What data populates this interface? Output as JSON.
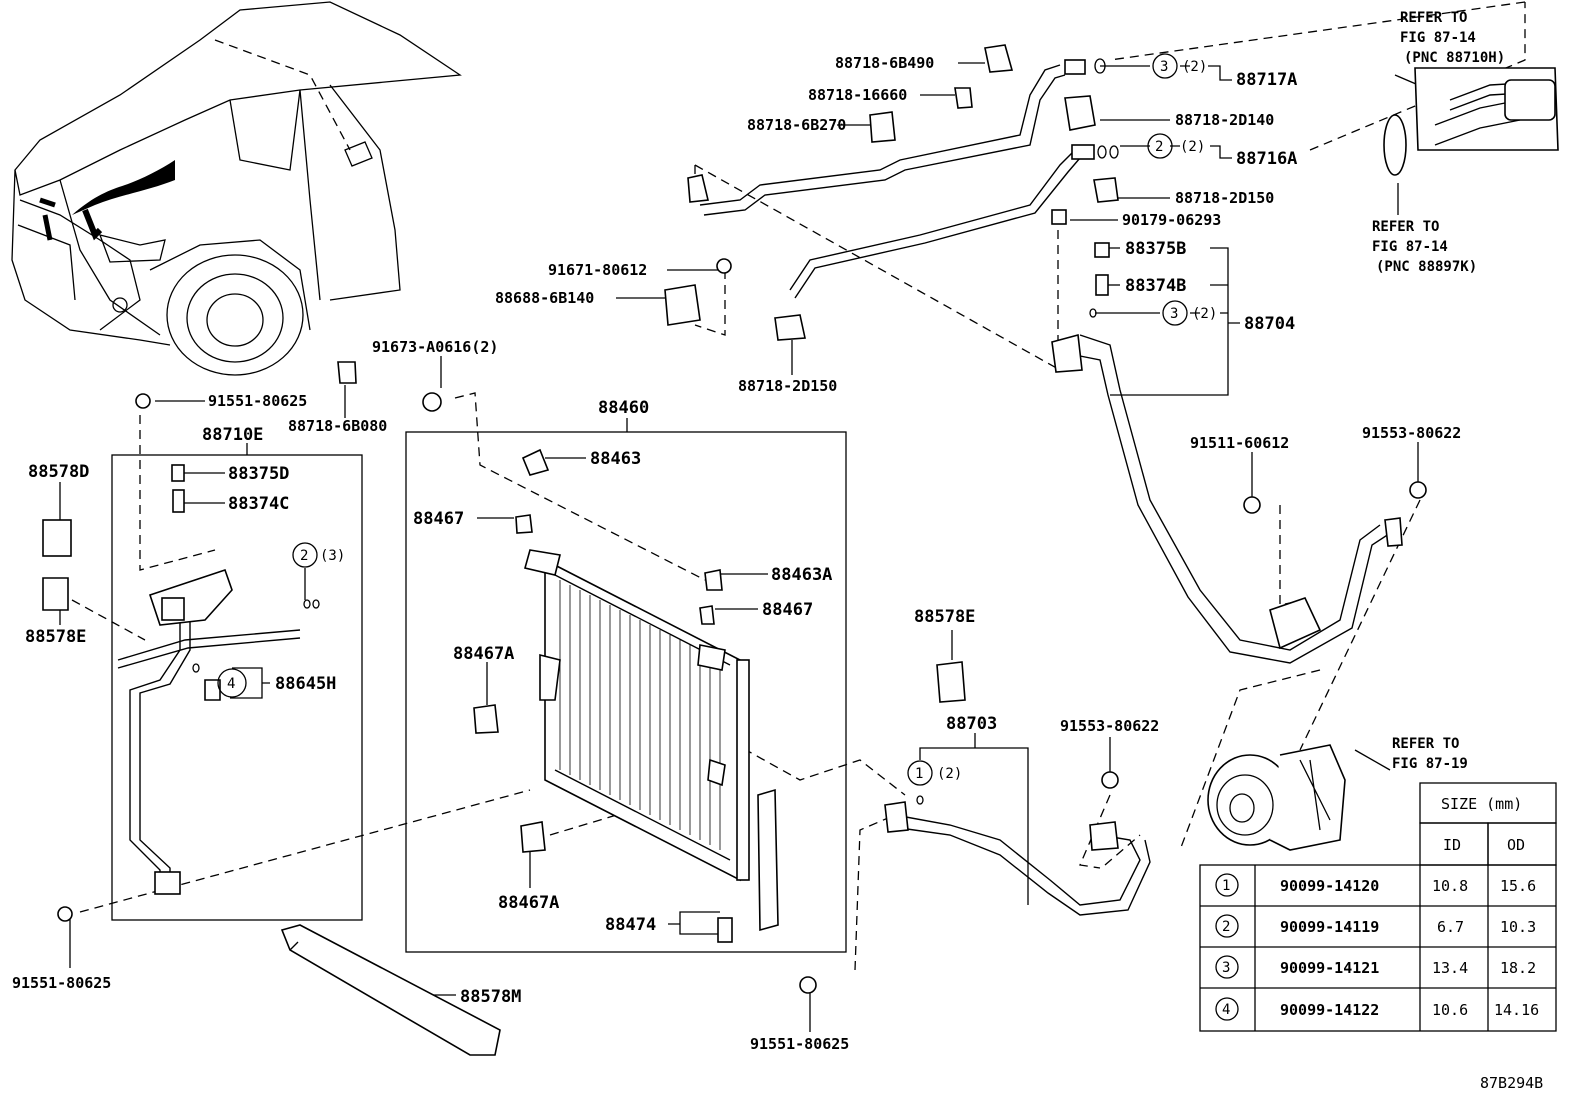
{
  "diagram_code": "87B294B",
  "part_labels": {
    "p_88718_6B490": "88718-6B490",
    "p_88718_16660": "88718-16660",
    "p_88718_6B270": "88718-6B270",
    "p_88717A": "88717A",
    "p_88718_2D140": "88718-2D140",
    "p_88716A": "88716A",
    "p_88718_2D150a": "88718-2D150",
    "p_90179_06293": "90179-06293",
    "p_88375B": "88375B",
    "p_88374B": "88374B",
    "p_88704": "88704",
    "p_91671_80612": "91671-80612",
    "p_88688_6B140": "88688-6B140",
    "p_88718_2D150b": "88718-2D150",
    "p_91673_A0616": "91673-A0616(2)",
    "p_88718_6B080": "88718-6B080",
    "p_91551_80625a": "91551-80625",
    "p_88710E": "88710E",
    "p_88375D": "88375D",
    "p_88374C": "88374C",
    "p_88578D": "88578D",
    "p_88578E_left": "88578E",
    "p_88645H": "88645H",
    "p_91551_80625b": "91551-80625",
    "p_88460": "88460",
    "p_88463": "88463",
    "p_88467a": "88467",
    "p_88463A": "88463A",
    "p_88467b": "88467",
    "p_88467A_a": "88467A",
    "p_88467A_b": "88467A",
    "p_88474": "88474",
    "p_88578M": "88578M",
    "p_88578E_mid": "88578E",
    "p_88703": "88703",
    "p_91553_80622a": "91553-80622",
    "p_91551_80625c": "91551-80625",
    "p_91511_60612": "91511-60612",
    "p_91553_80622b": "91553-80622"
  },
  "circle_refs": {
    "c3_top": {
      "num": "3",
      "qty": "(2)"
    },
    "c2_top": {
      "num": "2",
      "qty": "(2)"
    },
    "c3_mid": {
      "num": "3",
      "qty": "(2)"
    },
    "c2_left": {
      "num": "2",
      "qty": "(3)"
    },
    "c4_left": {
      "num": "4",
      "qty": ""
    },
    "c1_mid": {
      "num": "1",
      "qty": "(2)"
    }
  },
  "refer_notes": {
    "top_right": [
      "REFER TO",
      "FIG 87-14",
      "(PNC 88710H)"
    ],
    "mid_right": [
      "REFER TO",
      "FIG 87-14",
      "(PNC 88897K)"
    ],
    "compressor": [
      "REFER TO",
      "FIG 87-19"
    ]
  },
  "oring_table": {
    "size_header": "SIZE (mm)",
    "col_id": "ID",
    "col_od": "OD",
    "rows": [
      {
        "ref": "1",
        "part_no": "90099-14120",
        "id": "10.8",
        "od": "15.6"
      },
      {
        "ref": "2",
        "part_no": "90099-14119",
        "id": "6.7",
        "od": "10.3"
      },
      {
        "ref": "3",
        "part_no": "90099-14121",
        "id": "13.4",
        "od": "18.2"
      },
      {
        "ref": "4",
        "part_no": "90099-14122",
        "id": "10.6",
        "od": "14.16"
      }
    ]
  }
}
